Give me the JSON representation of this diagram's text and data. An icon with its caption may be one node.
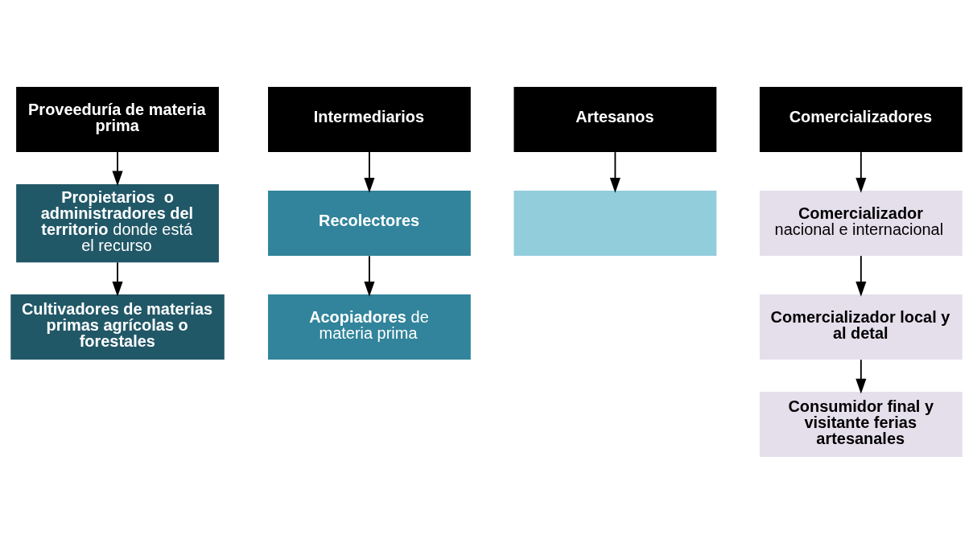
{
  "diagram": {
    "nodes": [
      {
        "text": [
          "Proveeduría de materia prima"
        ]
      },
      {
        "text": [
          "**Propietarios  o administradores del territorio** donde está el recurso"
        ]
      },
      {
        "text": [
          "Cultivadores de materias primas agrícolas o forestales"
        ]
      },
      {
        "text": [
          "Intermediarios"
        ]
      },
      {
        "text": [
          "Recolectores"
        ]
      },
      {
        "text": [
          "**Acopiadores** de materia prima"
        ]
      },
      {
        "text": [
          "Artesanos"
        ]
      },
      {
        "text": [],
        "shape": "box"
      },
      {
        "text": [
          "Comercializadores"
        ]
      },
      {
        "text": [
          "**Comercializador** nacional e internacional"
        ]
      },
      {
        "text": [
          "Comercializador local y al detal"
        ]
      },
      {
        "text": [
          "Consumidor final y visitante ferias artesanales"
        ]
      }
    ],
    "edges": [
      {
        "from": 0,
        "to": 1,
        "arrow": "to"
      },
      {
        "from": 1,
        "to": 2,
        "arrow": "to"
      },
      {
        "from": 3,
        "to": 4,
        "arrow": "to"
      },
      {
        "from": 4,
        "to": 5,
        "arrow": "to"
      },
      {
        "from": 6,
        "to": 7,
        "arrow": "to"
      },
      {
        "from": 8,
        "to": 9,
        "arrow": "to"
      },
      {
        "from": 9,
        "to": 10,
        "arrow": "to"
      },
      {
        "from": 10,
        "to": 11,
        "arrow": "to"
      }
    ]
  }
}
